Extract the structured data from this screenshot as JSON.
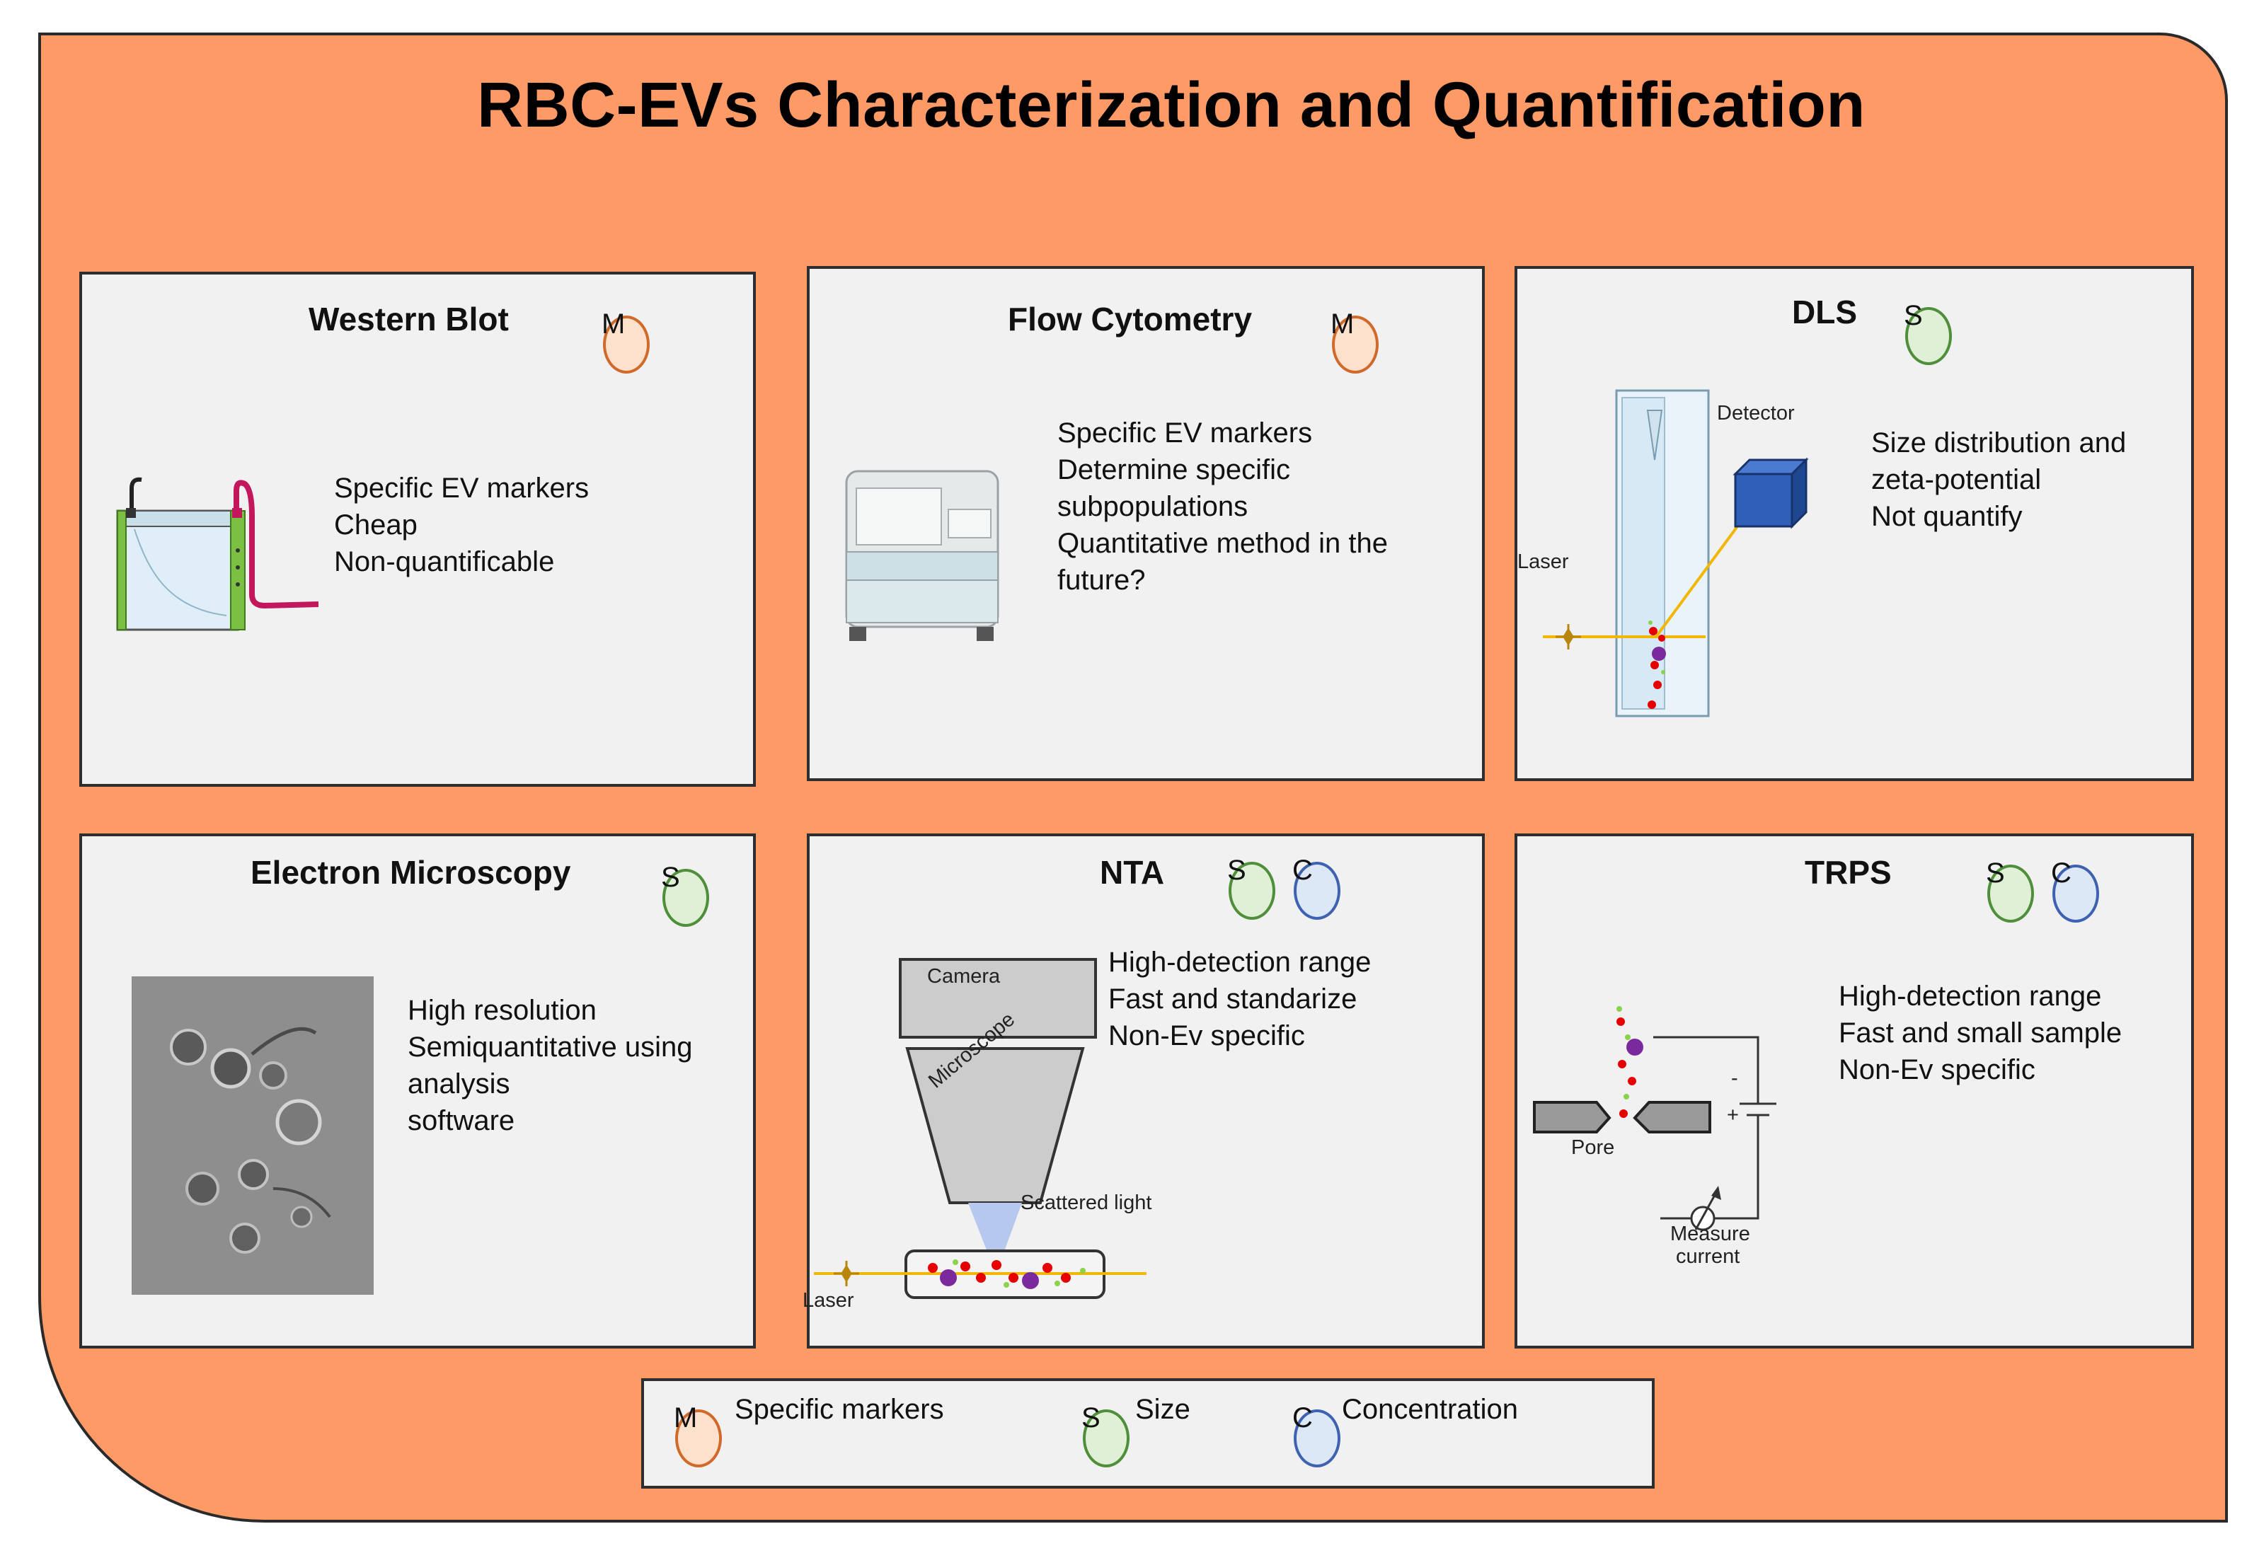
{
  "title": "RBC-EVs Characterization and Quantification",
  "badge_letters": {
    "m": "M",
    "s": "S",
    "c": "C"
  },
  "panels": {
    "western_blot": {
      "title": "Western Blot",
      "lines": [
        "Specific EV markers",
        "Cheap",
        "Non-quantificable"
      ]
    },
    "flow_cytometry": {
      "title": "Flow Cytometry",
      "lines": [
        "Specific EV markers",
        "Determine specific",
        "subpopulations",
        "Quantitative method in the",
        "future?"
      ]
    },
    "dls": {
      "title": "DLS",
      "lines": [
        "Size distribution and",
        "zeta-potential",
        "Not quantify"
      ],
      "labels": {
        "detector": "Detector",
        "laser": "Laser"
      }
    },
    "electron_microscopy": {
      "title": "Electron Microscopy",
      "lines": [
        "High resolution",
        "Semiquantitative using",
        "analysis",
        "software"
      ]
    },
    "nta": {
      "title": "NTA",
      "lines": [
        "High-detection range",
        "Fast and standarize",
        "Non-Ev specific"
      ],
      "labels": {
        "camera": "Camera",
        "microscope": "Microscope",
        "scattered": "Scattered light",
        "laser": "Laser"
      }
    },
    "trps": {
      "title": "TRPS",
      "lines": [
        "High-detection range",
        "Fast and small sample",
        "Non-Ev specific"
      ],
      "labels": {
        "pore": "Pore",
        "measure": "Measure",
        "current": "current",
        "minus": "-",
        "plus": "+"
      }
    }
  },
  "legend": {
    "m": "Specific markers",
    "s": "Size",
    "c": "Concentration"
  },
  "colors": {
    "background": "#fd9a66",
    "panel": "#f1f1f1",
    "marker": "#d06a2a",
    "size": "#4f8e3a",
    "concentration": "#3f62b0",
    "laser": "#f2b705",
    "particle_red": "#e60000",
    "particle_purple": "#7a2a9c",
    "particle_green": "#8bd14a"
  }
}
